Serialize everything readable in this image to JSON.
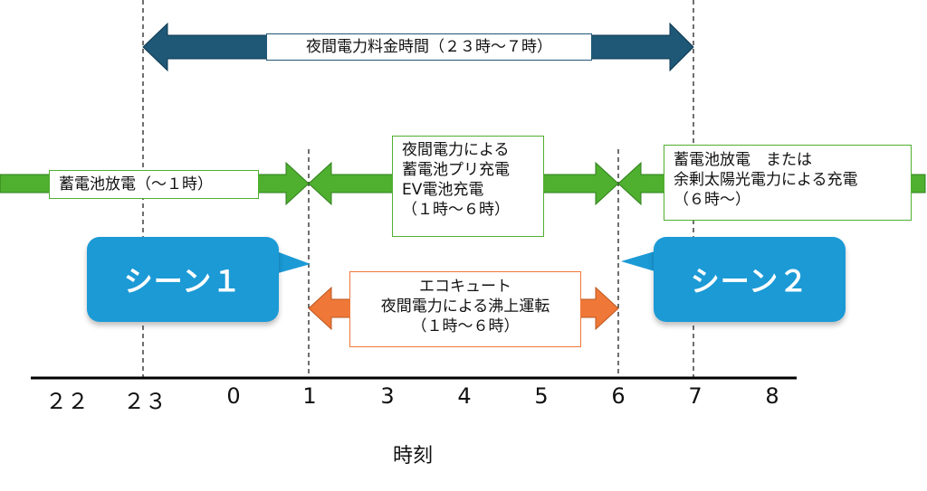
{
  "colors": {
    "navy_arrow": "#1f5777",
    "green_arrow": "#4faf2f",
    "orange_arrow": "#ef7838",
    "bubble": "#1b9ad6",
    "box_border_navy": "#1f5777",
    "box_border_green": "#4faf2f",
    "box_border_orange": "#ef7838"
  },
  "labels": {
    "night_rate": "夜間電力料金時間（２３時〜７時）",
    "battery_discharge_until1": "蓄電池放電（〜１時）",
    "battery_precharge": "夜間電力による\n蓄電池プリ充電\nEV電池充電\n（１時〜６時）",
    "battery_or_solar": "蓄電池放電　または\n余剰太陽光電力による充電\n（６時〜）",
    "ecocute": "エコキュート\n夜間電力による沸上運転\n（１時〜６時）",
    "scene1": "シーン１",
    "scene2": "シーン２"
  },
  "axis": {
    "ticks": [
      "２２",
      "２３",
      "0",
      "1",
      "3",
      "4",
      "5",
      "6",
      "7",
      "8"
    ],
    "title": "時刻"
  }
}
